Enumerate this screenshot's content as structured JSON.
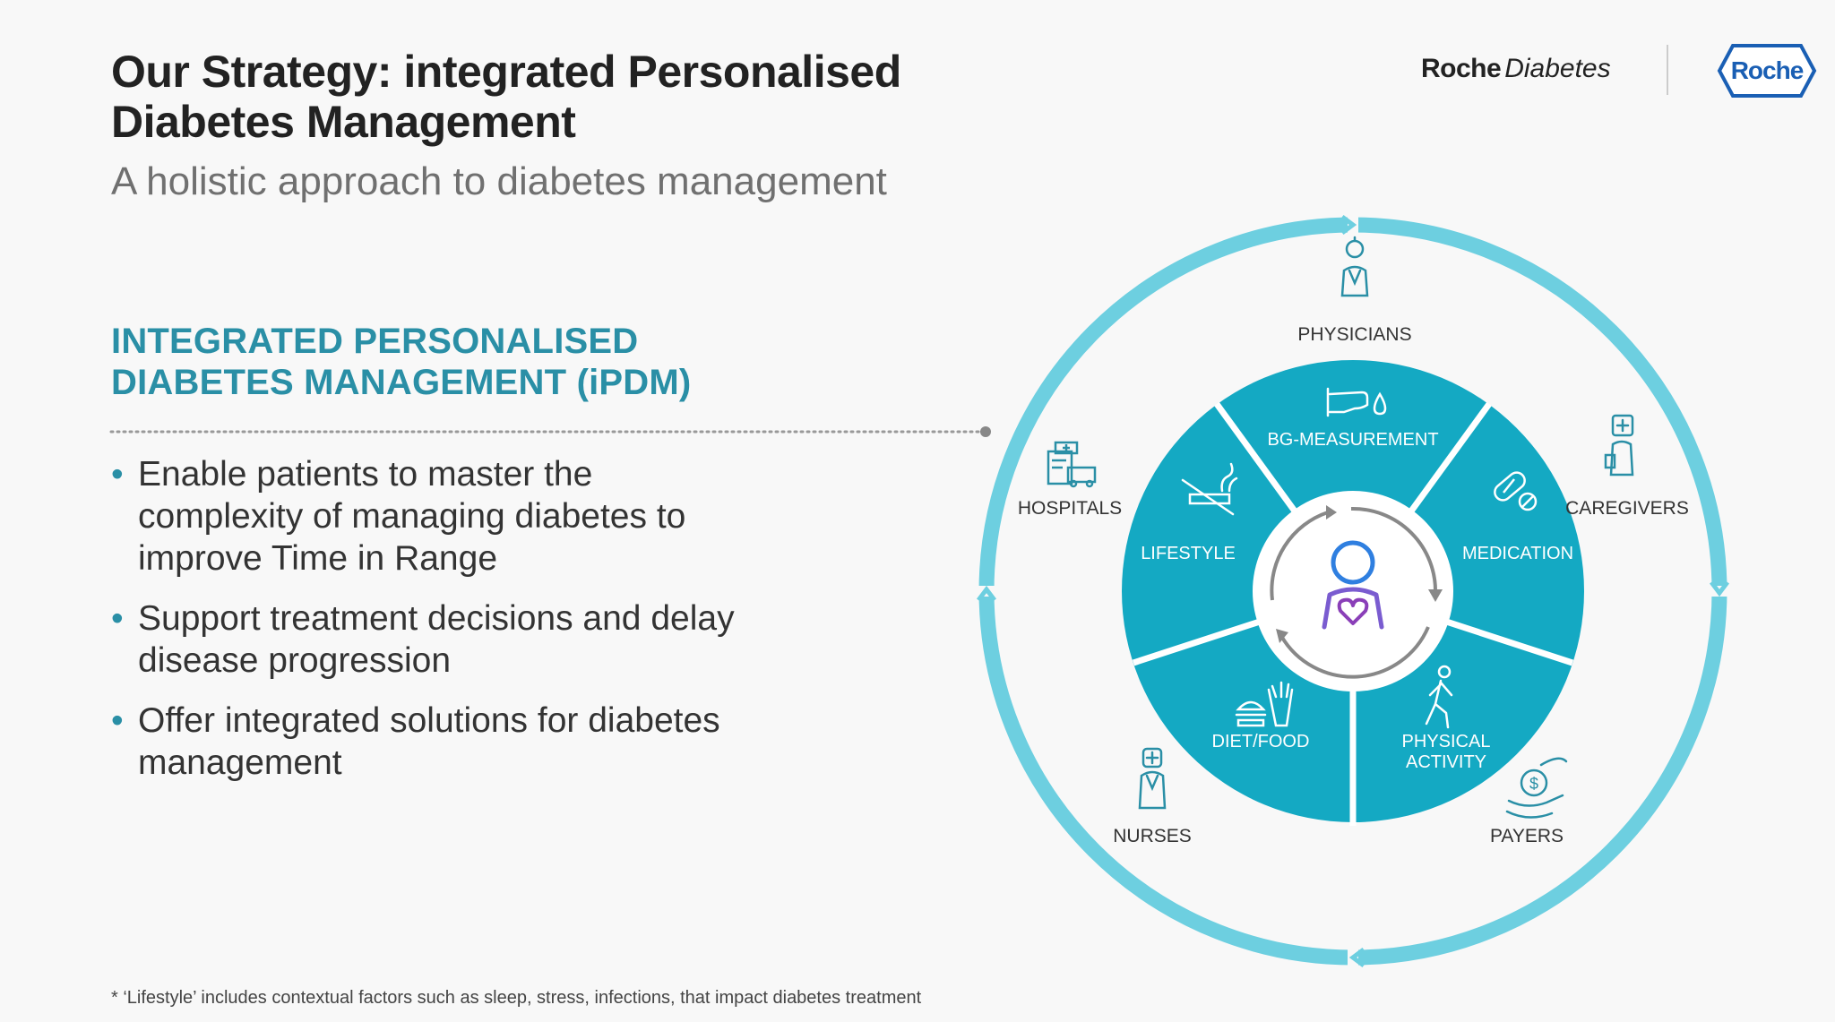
{
  "header": {
    "title_line1": "Our Strategy: integrated Personalised",
    "title_line2": "Diabetes Management",
    "subtitle": "A holistic approach to diabetes management"
  },
  "logo": {
    "brand_bold": "Roche",
    "brand_italic": "Diabetes",
    "hexagon_text": "Roche"
  },
  "section": {
    "heading_line1": "INTEGRATED PERSONALISED",
    "heading_line2": "DIABETES MANAGEMENT (iPDM)"
  },
  "bullets": [
    {
      "text": "Enable patients to master the complexity of managing diabetes to improve Time in Range"
    },
    {
      "text": "Support treatment decisions and delay disease progression"
    },
    {
      "text": "Offer integrated solutions for diabetes management"
    }
  ],
  "footnote": "* ‘Lifestyle’ includes contextual factors such as sleep, stress, infections, that impact diabetes treatment",
  "diagram": {
    "outer": {
      "physicians": "PHYSICIANS",
      "hospitals": "HOSPITALS",
      "caregivers": "CAREGIVERS",
      "nurses": "NURSES",
      "payers": "PAYERS"
    },
    "inner": {
      "bg_measurement": "BG-MEASUREMENT",
      "lifestyle": "LIFESTYLE",
      "medication": "MEDICATION",
      "diet_food": "DIET/FOOD",
      "physical_activity_line1": "PHYSICAL",
      "physical_activity_line2": "ACTIVITY"
    }
  },
  "colors": {
    "teal": "#14a9c3",
    "ring": "#6dcfe0",
    "heading": "#2a8fa6",
    "icon": "#2a8fa6",
    "patient_blue": "#2f7fe0",
    "patient_purple": "#8a3fb8"
  }
}
